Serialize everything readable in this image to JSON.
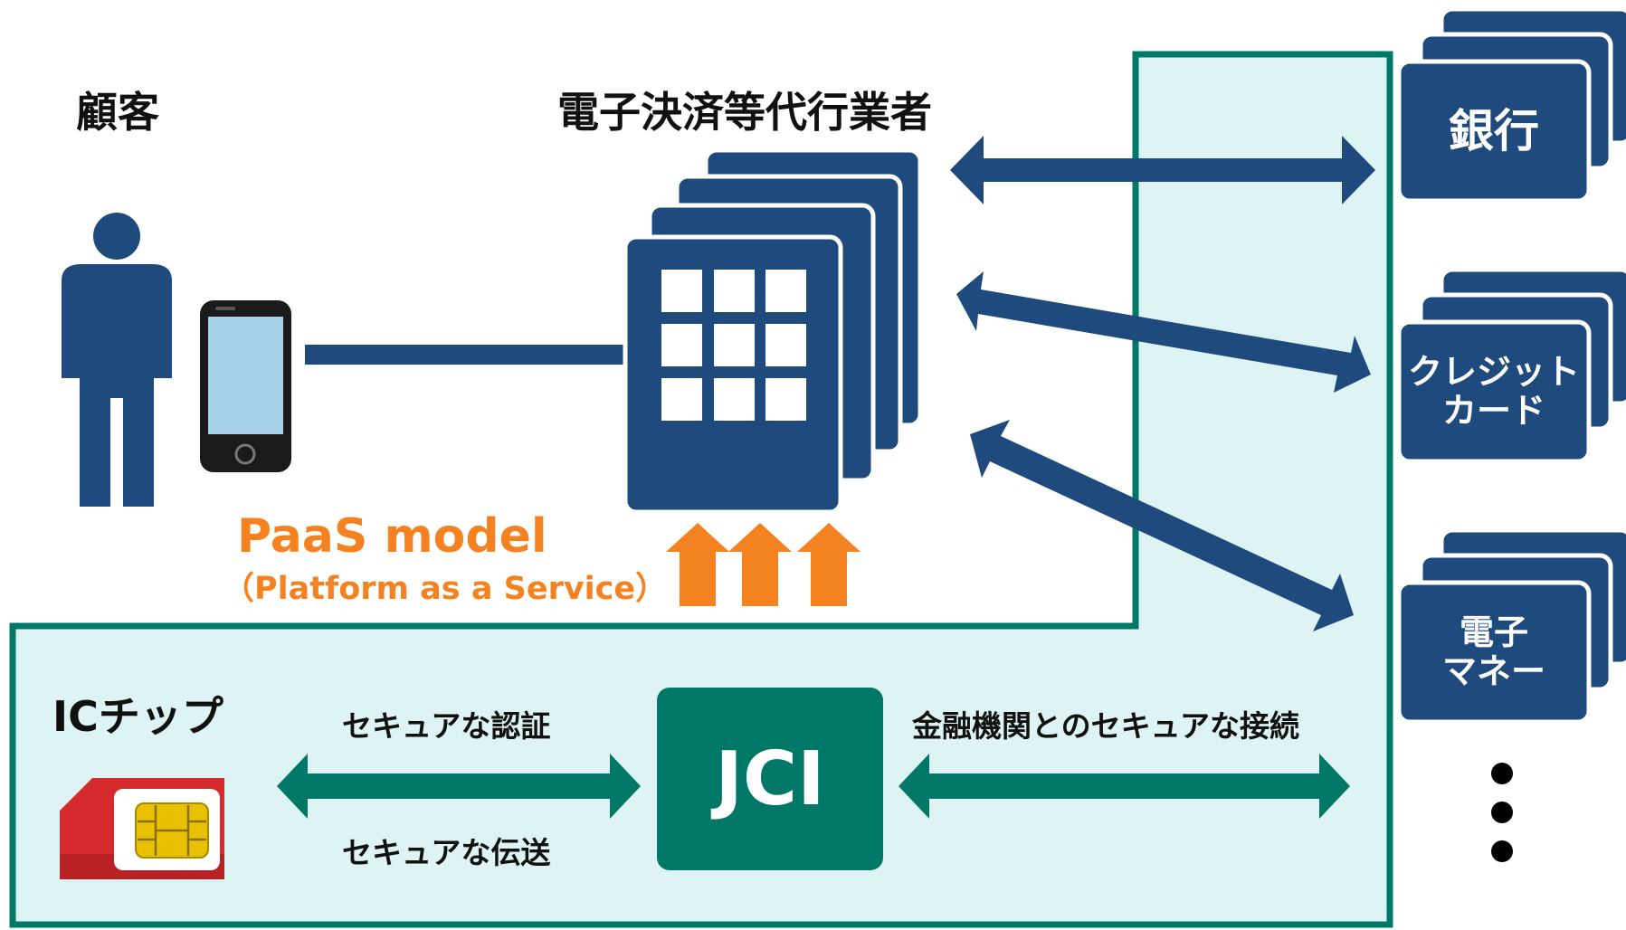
{
  "labels": {
    "customer": "顧客",
    "provider": "電子決済等代行業者",
    "paas_title": "PaaS model",
    "paas_subtitle": "（Platform as a Service）",
    "ic_chip": "ICチップ",
    "secure_auth": "セキュアな認証",
    "secure_transfer": "セキュアな伝送",
    "secure_connection": "金融機関とのセキュアな接続",
    "jci": "JCI"
  },
  "institutions": [
    {
      "label": "銀行"
    },
    {
      "label": "クレジット\nカード"
    },
    {
      "label": "電子\nマネー"
    }
  ],
  "colors": {
    "navy": "#1f4a7d",
    "teal": "#007868",
    "teal_light": "#def3f3",
    "orange": "#f58220",
    "sim_red": "#d62b2e",
    "chip_gold": "#e8c200"
  },
  "icons": [
    "person-icon",
    "smartphone-icon",
    "building-icon",
    "sim-card-icon",
    "ellipsis-icon"
  ]
}
